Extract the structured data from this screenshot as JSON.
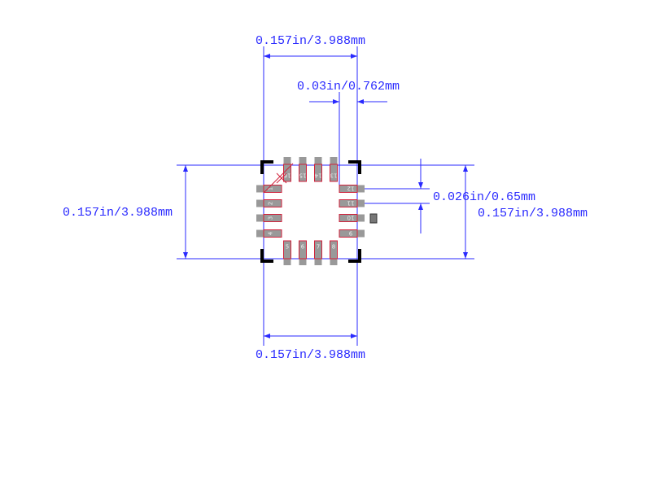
{
  "dimensions": {
    "top_width": "0.157in/3.988mm",
    "pad_length": "0.03in/0.762mm",
    "pitch": "0.026in/0.65mm",
    "left_height": "0.157in/3.988mm",
    "right_height": "0.157in/3.988mm",
    "bottom_width": "0.157in/3.988mm"
  },
  "pins": {
    "top": [
      "16",
      "15",
      "14",
      "13"
    ],
    "left": [
      "1",
      "2",
      "3",
      "4"
    ],
    "right": [
      "12",
      "11",
      "10",
      "9"
    ],
    "bottom": [
      "5",
      "6",
      "7",
      "8"
    ]
  },
  "colors": {
    "dimension": "#2a2aff",
    "pad": "#999999",
    "pad_outline": "#d0223c",
    "silkscreen": "#000000"
  }
}
